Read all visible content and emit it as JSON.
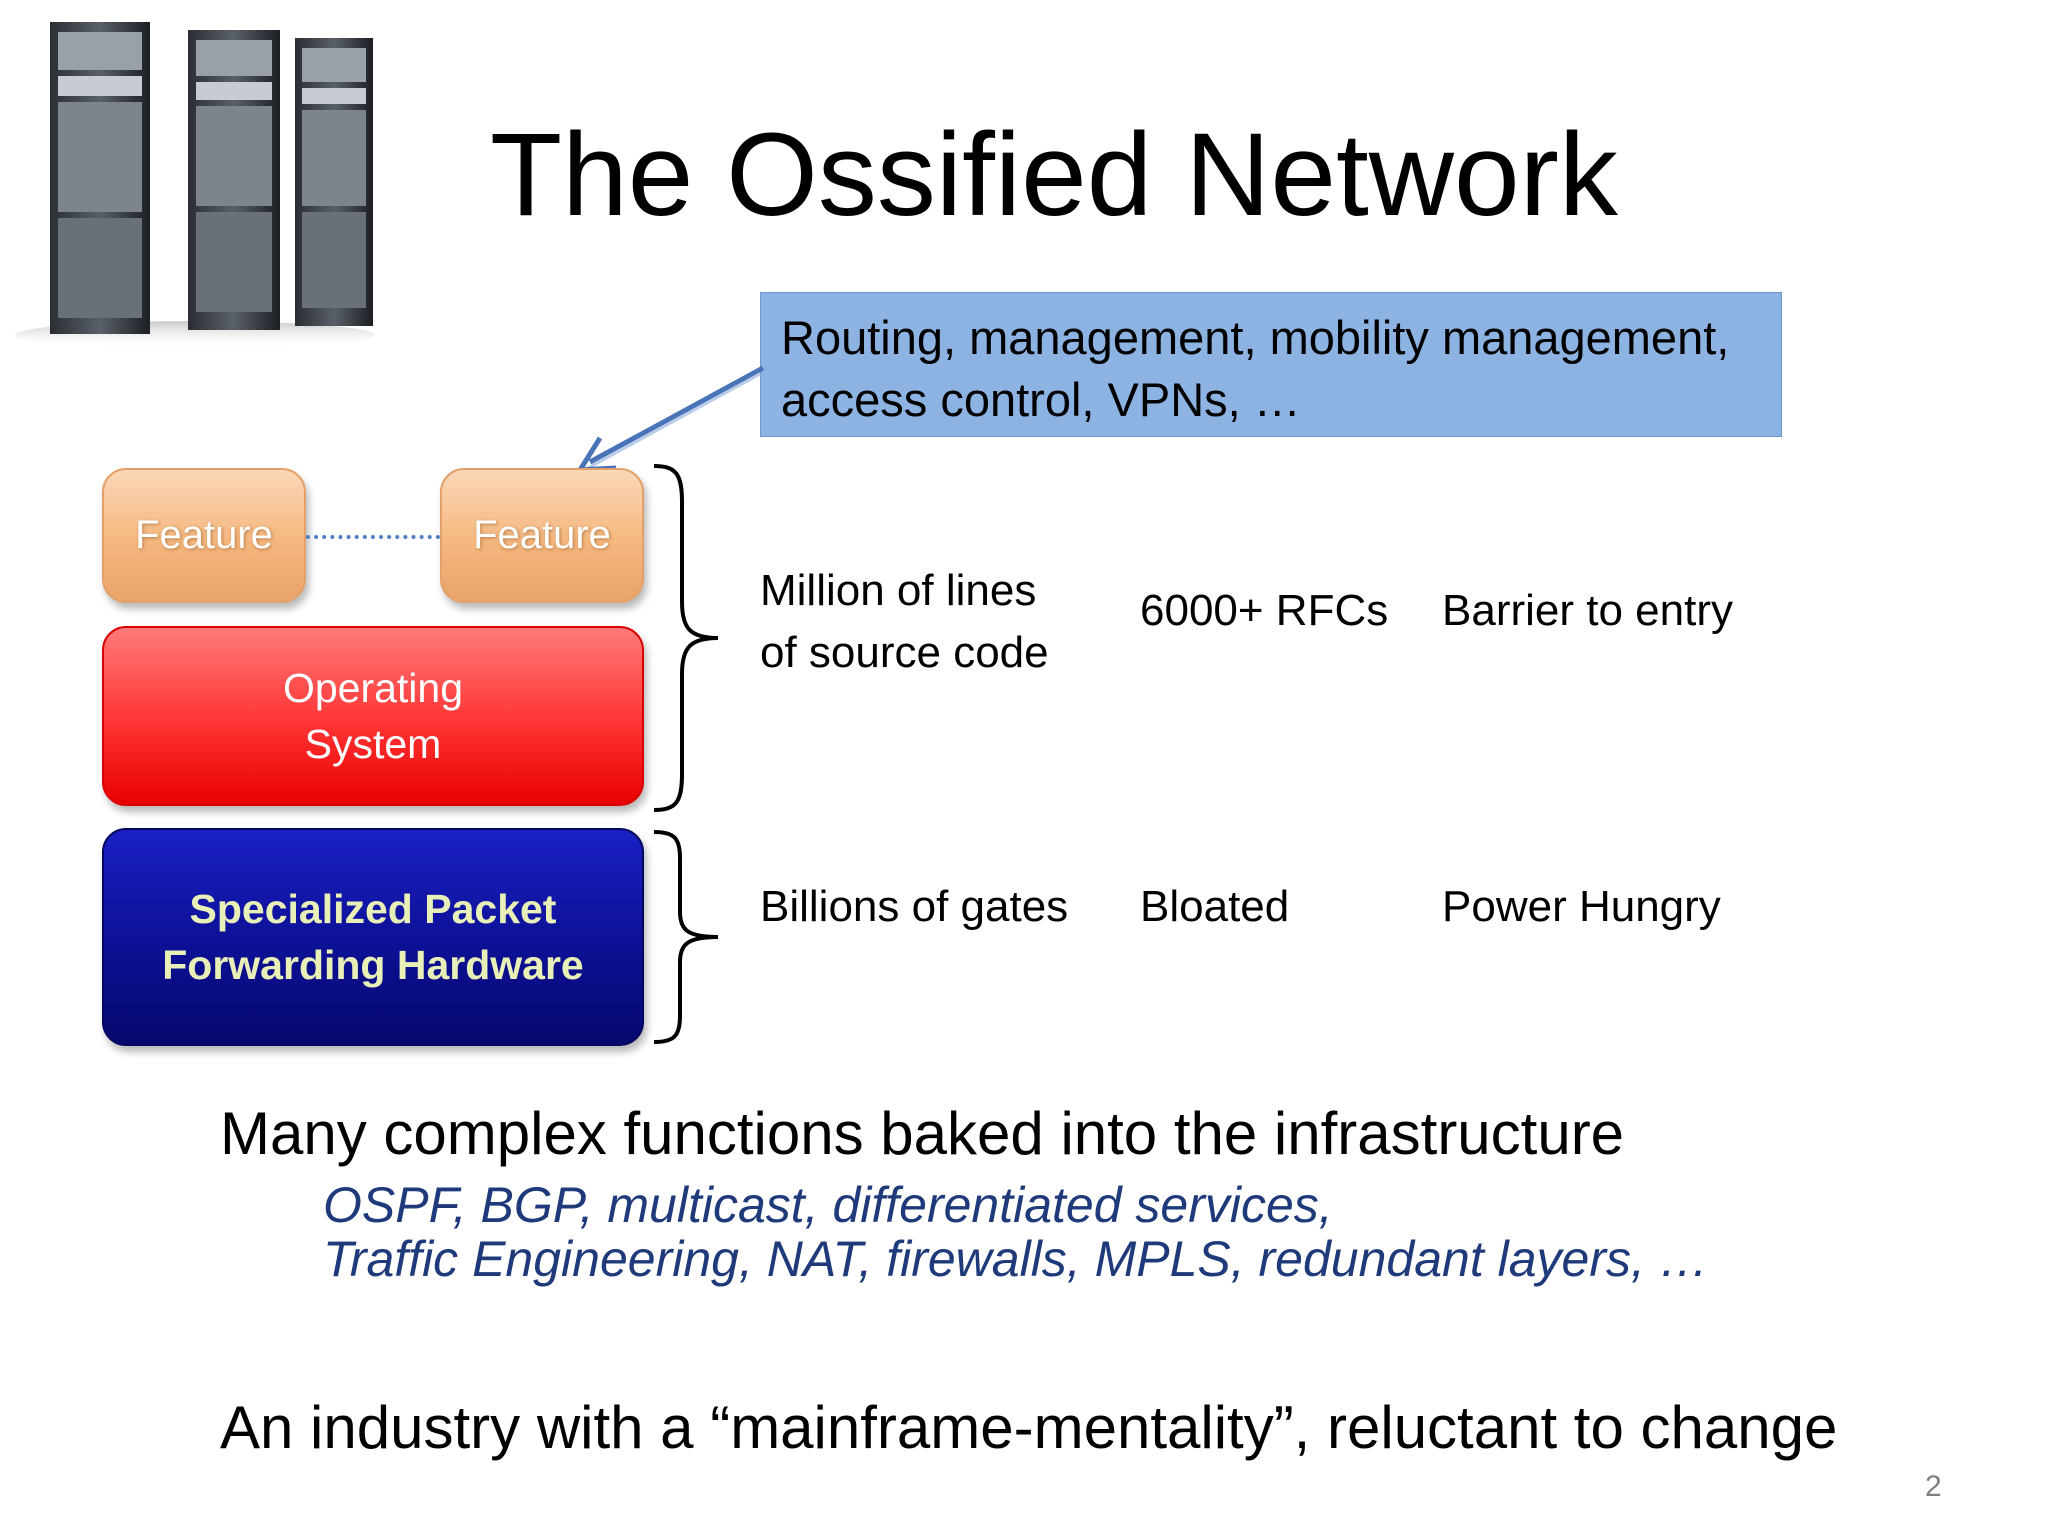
{
  "slide": {
    "title": "The Ossified Network",
    "page_number": "2"
  },
  "callout": {
    "lines": [
      "Routing, management, mobility management,",
      "access control, VPNs, …"
    ],
    "color": "#8db3e2"
  },
  "stack": {
    "feature_left": "Feature",
    "feature_right": "Feature",
    "os_lines": [
      "Operating",
      "System"
    ],
    "hardware_lines": [
      "Specialized Packet",
      "Forwarding Hardware"
    ]
  },
  "software_row": {
    "col1_lines": [
      "Million of lines",
      "of source code"
    ],
    "col2": "6000+ RFCs",
    "col3": "Barrier to entry"
  },
  "hardware_row": {
    "col1": "Billions of gates",
    "col2": "Bloated",
    "col3": "Power Hungry"
  },
  "bullets": {
    "main1": "Many complex functions baked into the infrastructure",
    "sub_lines": [
      "OSPF, BGP, multicast, differentiated services,",
      "Traffic Engineering, NAT, firewalls, MPLS, redundant layers, …"
    ],
    "main2": "An industry with a “mainframe-mentality”, reluctant to change"
  }
}
